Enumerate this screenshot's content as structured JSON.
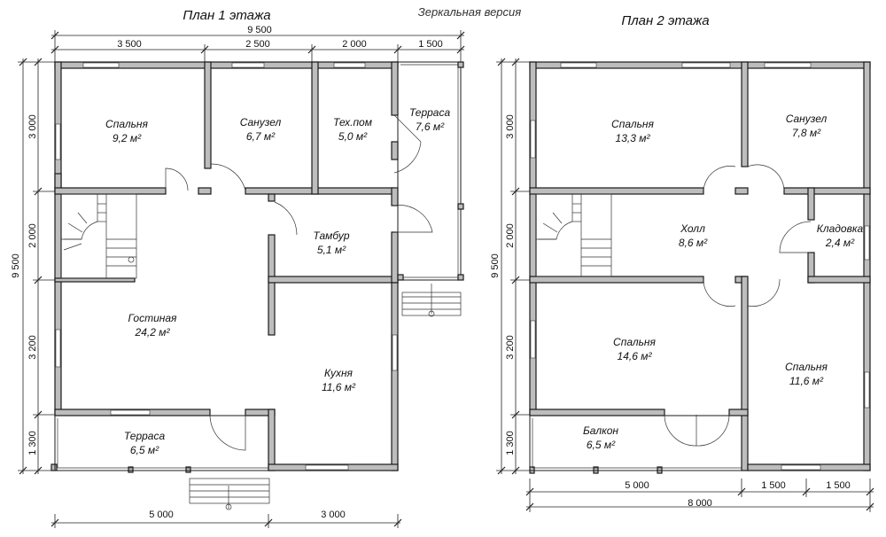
{
  "title_floor1": "План 1 этажа",
  "title_floor2": "План 2 этажа",
  "subtitle": "Зеркальная версия",
  "floor1": {
    "rooms": [
      {
        "name": "Спальня",
        "area": "9,2 м²"
      },
      {
        "name": "Санузел",
        "area": "6,7 м²"
      },
      {
        "name": "Тех.пом",
        "area": "5,0 м²"
      },
      {
        "name": "Терраса",
        "area": "7,6 м²"
      },
      {
        "name": "Тамбур",
        "area": "5,1 м²"
      },
      {
        "name": "Гостиная",
        "area": "24,2 м²"
      },
      {
        "name": "Кухня",
        "area": "11,6 м²"
      },
      {
        "name": "Терраса",
        "area": "6,5 м²"
      }
    ],
    "dims_top": [
      "3 500",
      "2 500",
      "2 000",
      "1 500"
    ],
    "dim_top_total": "9 500",
    "dims_left": [
      "3 000",
      "2 000",
      "3 200",
      "1 300"
    ],
    "dim_left_total": "9 500",
    "dims_bottom": [
      "5 000",
      "3 000"
    ]
  },
  "floor2": {
    "rooms": [
      {
        "name": "Спальня",
        "area": "13,3 м²"
      },
      {
        "name": "Санузел",
        "area": "7,8 м²"
      },
      {
        "name": "Холл",
        "area": "8,6 м²"
      },
      {
        "name": "Кладовка",
        "area": "2,4 м²"
      },
      {
        "name": "Спальня",
        "area": "14,6 м²"
      },
      {
        "name": "Спальня",
        "area": "11,6 м²"
      },
      {
        "name": "Балкон",
        "area": "6,5 м²"
      }
    ],
    "dims_left": [
      "3 000",
      "2 000",
      "3 200",
      "1 300"
    ],
    "dim_left_total": "9 500",
    "dims_bottom": [
      "5 000",
      "1 500",
      "1 500"
    ],
    "dim_bottom_total": "8 000"
  }
}
